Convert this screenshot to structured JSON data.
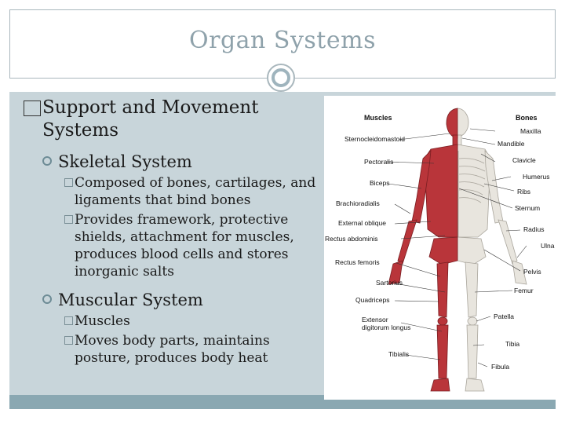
{
  "slide": {
    "title": "Organ Systems"
  },
  "content": {
    "heading_line1": "Support and Movement",
    "heading_line2": "Systems",
    "skeletal": {
      "heading": "Skeletal System",
      "bullet1_line1": "Composed of bones, cartilages, and",
      "bullet1_line2": "ligaments that bind bones",
      "bullet2_line1": "Provides framework, protective",
      "bullet2_line2": "shields, attachment for muscles,",
      "bullet2_line3": "produces blood cells and stores",
      "bullet2_line4": "inorganic salts"
    },
    "muscular": {
      "heading": "Muscular System",
      "bullet1": "Muscles",
      "bullet2_line1": "Moves body parts, maintains",
      "bullet2_line2": "posture, produces body heat"
    }
  },
  "figure": {
    "muscles_header": "Muscles",
    "bones_header": "Bones",
    "left_labels": [
      "Sternocleidomastoid",
      "Pectoralis",
      "Biceps",
      "Brachioradialis",
      "External oblique",
      "Rectus abdominis",
      "Rectus femoris",
      "Sartorius",
      "Quadriceps",
      "Extensor",
      "digitorum longus",
      "Tibialis"
    ],
    "right_labels": [
      "Maxilla",
      "Mandible",
      "Clavicle",
      "Humerus",
      "Ribs",
      "Sternum",
      "Radius",
      "Ulna",
      "Pelvis",
      "Femur",
      "Patella",
      "Tibia",
      "Fibula"
    ]
  },
  "colors": {
    "title": "#8fa2ab",
    "content_bg": "#c8d5da",
    "footer": "#8aa8b2",
    "muscle": "#b9353a",
    "bone": "#e6e4df"
  }
}
